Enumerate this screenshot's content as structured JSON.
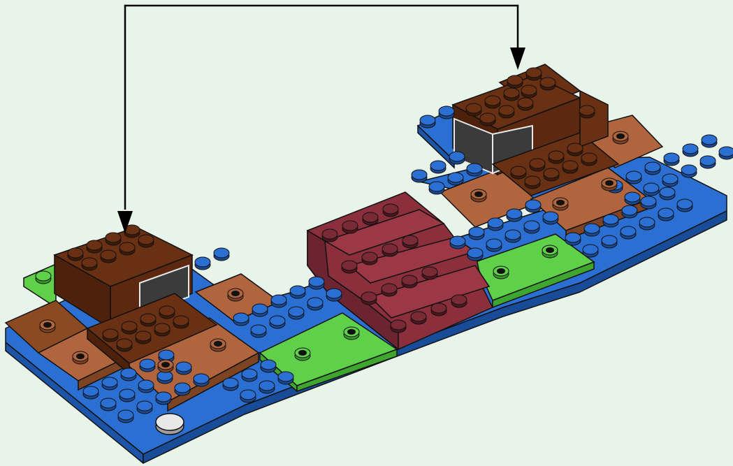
{
  "colors": {
    "background": "#e8f3ea",
    "blue": "#2a6fd1",
    "green": "#5fd04a",
    "dark_brown": "#6a3014",
    "medium_brown": "#b0653e",
    "dark_red": "#7a2a34",
    "dark_gray": "#3b3b3b",
    "white_stud": "#e8e8e8",
    "outline": "#111111",
    "arrow": "#000000"
  },
  "icons": {
    "arrow_head": "down-arrow-icon",
    "stud": "stud-icon",
    "tile_stud": "tile-stud-icon"
  },
  "parts": [
    "blue-baseplate",
    "green-plate-left",
    "green-plate-center",
    "green-plate-right",
    "dark-red-staircase",
    "left-brown-cabinet",
    "right-brown-cabinet",
    "medium-brown-tiles"
  ],
  "connector": {
    "type": "two-way-correspondence",
    "from": "left-brown-cabinet",
    "to": "right-brown-cabinet"
  }
}
